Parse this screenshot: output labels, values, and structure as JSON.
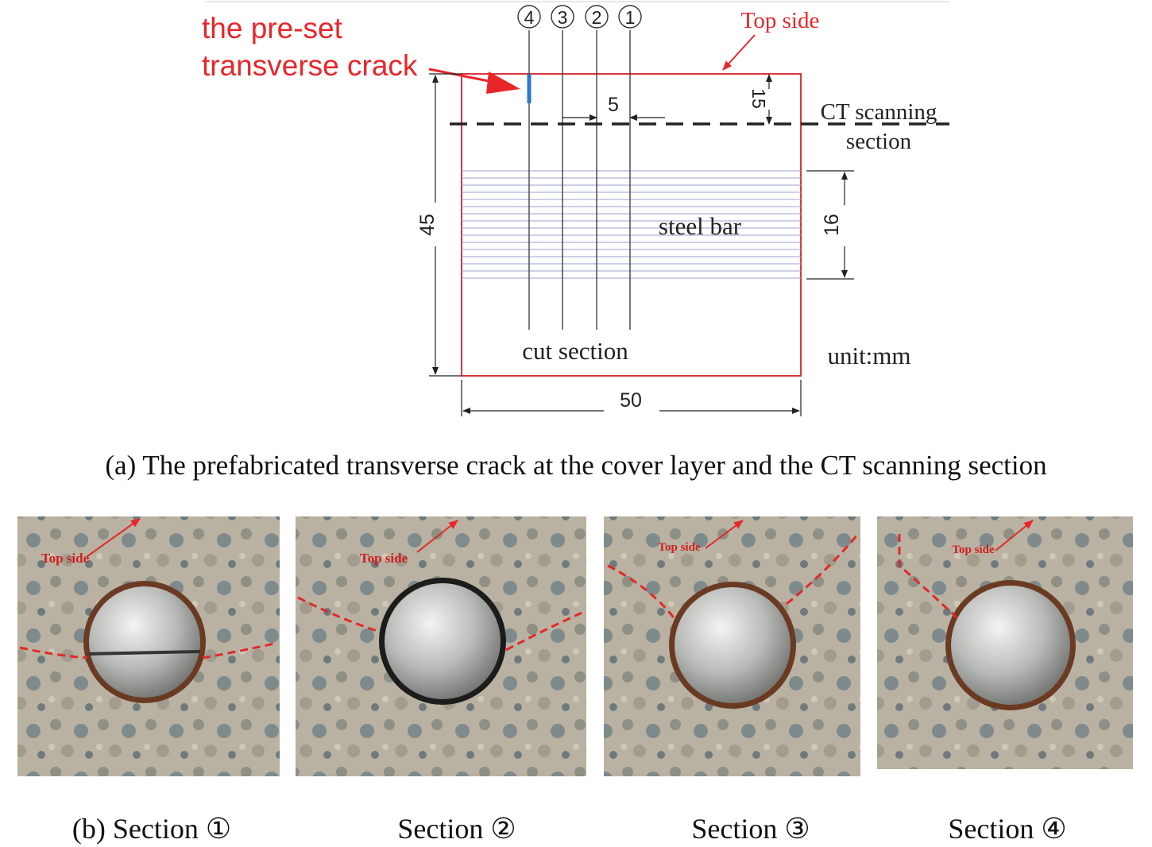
{
  "diagram": {
    "crack_label_line1": "the pre-set",
    "crack_label_line2": "transverse crack",
    "section_markers": [
      "④",
      "③",
      "②",
      "①"
    ],
    "top_side": "Top side",
    "dim_spacing": "5",
    "dim_cover": "15",
    "ct_label_line1": "CT scanning",
    "ct_label_line2": "section",
    "steel_bar": "steel bar",
    "dim_bar": "16",
    "dim_height": "45",
    "dim_width": "50",
    "cut_section": "cut section",
    "unit": "unit:mm",
    "colors": {
      "specimen": "#d9363e",
      "crack_arrow": "#e8262a",
      "crack_mark": "#2a79c9",
      "bar_lines": "#9aa0d0"
    }
  },
  "caption_a": "(a) The prefabricated transverse crack at the cover layer and the CT scanning section",
  "photos": [
    {
      "top_label": "Top side"
    },
    {
      "top_label": "Top side"
    },
    {
      "top_label": "Top side"
    },
    {
      "top_label": "Top side"
    }
  ],
  "captions_b": [
    "(b) Section ①",
    "Section ②",
    "Section ③",
    "Section ④"
  ]
}
